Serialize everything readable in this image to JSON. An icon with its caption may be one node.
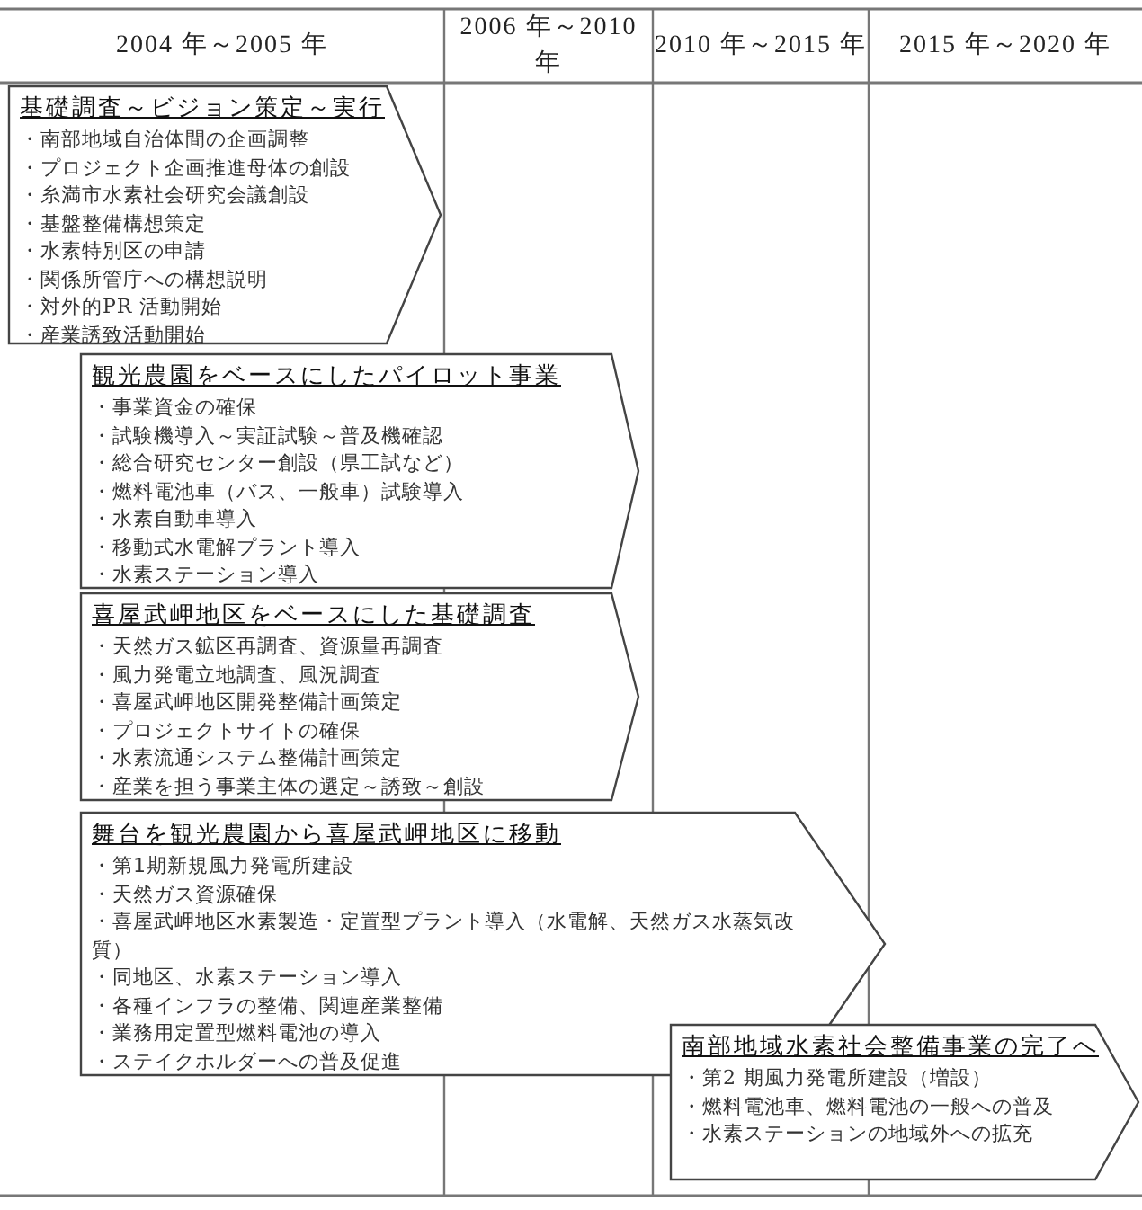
{
  "diagram": {
    "nodes": [
      {
        "text": [
          "基礎調査～ビジョン策定～実行",
          "・南部地域自治体間の企画調整",
          "・プロジェクト企画推進母体の創設",
          "・糸満市水素社会研究会議創設",
          "・基盤整備構想策定",
          "・水素特別区の申請",
          "・関係所管庁への構想説明",
          "・対外的PR 活動開始",
          "・産業誘致活動開始"
        ]
      },
      {
        "text": [
          "観光農園をベースにしたパイロット事業",
          "・事業資金の確保",
          "・試験機導入～実証試験～普及機確認",
          "・総合研究センター創設（県工試など）",
          "・燃料電池車（バス、一般車）試験導入",
          "・水素自動車導入",
          "・移動式水電解プラント導入",
          "・水素ステーション導入"
        ]
      },
      {
        "text": [
          "喜屋武岬地区をベースにした基礎調査",
          "・天然ガス鉱区再調査、資源量再調査",
          "・風力発電立地調査、風況調査",
          "・喜屋武岬地区開発整備計画策定",
          "・プロジェクトサイトの確保",
          "・水素流通システム整備計画策定",
          "・産業を担う事業主体の選定～誘致～創設"
        ]
      },
      {
        "text": [
          "舞台を観光農園から喜屋武岬地区に移動",
          "・第1期新規風力発電所建設",
          "・天然ガス資源確保",
          "・喜屋武岬地区水素製造・定置型プラント導入（水電解、天然ガス水蒸気改質）",
          "・同地区、水素ステーション導入",
          "・各種インフラの整備、関連産業整備",
          "・業務用定置型燃料電池の導入",
          "・ステイクホルダーへの普及促進"
        ]
      },
      {
        "text": [
          "南部地域水素社会整備事業の完了へ",
          "・第2 期風力発電所建設（増設）",
          "・燃料電池車、燃料電池の一般への普及",
          "・水素ステーションの地域外への拡充"
        ]
      }
    ],
    "labels": [
      "2004 年～2005 年",
      "2006 年～2010 年",
      "2010 年～2015 年",
      "2015 年～2020 年"
    ]
  }
}
